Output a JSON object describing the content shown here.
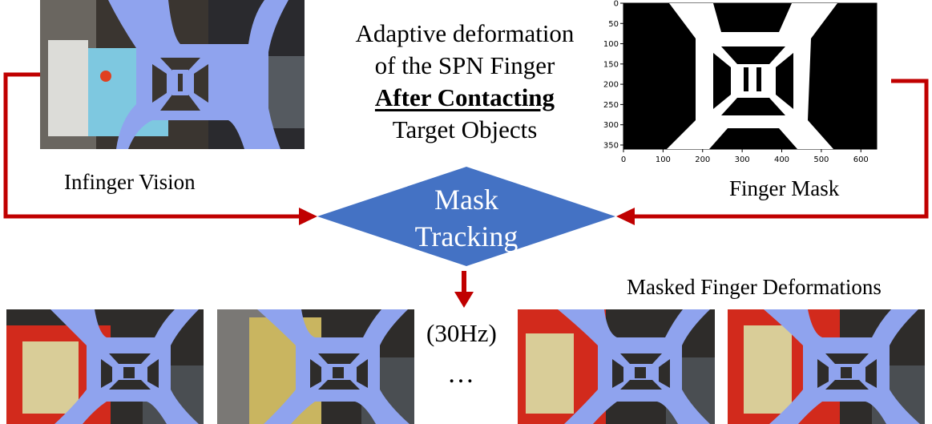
{
  "title": {
    "line1": "Adaptive deformation",
    "line2": "of the SPN Finger",
    "line3": "After Contacting",
    "line4": "Target Objects"
  },
  "infinger_label": "Infinger Vision",
  "finger_mask_label": "Finger Mask",
  "diamond": {
    "line1": "Mask",
    "line2": "Tracking"
  },
  "rate_label": "(30Hz)",
  "ellipsis": "…",
  "masked_label": "Masked Finger Deformations",
  "mask_plot": {
    "x_ticks": [
      "0",
      "100",
      "200",
      "300",
      "400",
      "500",
      "600"
    ],
    "y_ticks": [
      "0",
      "50",
      "100",
      "150",
      "200",
      "250",
      "300",
      "350"
    ]
  },
  "colors": {
    "arrow": "#c00000",
    "diamond": "#4472c4",
    "mask_overlay": "#8fa3ee",
    "red_object": "#d22a1c"
  }
}
